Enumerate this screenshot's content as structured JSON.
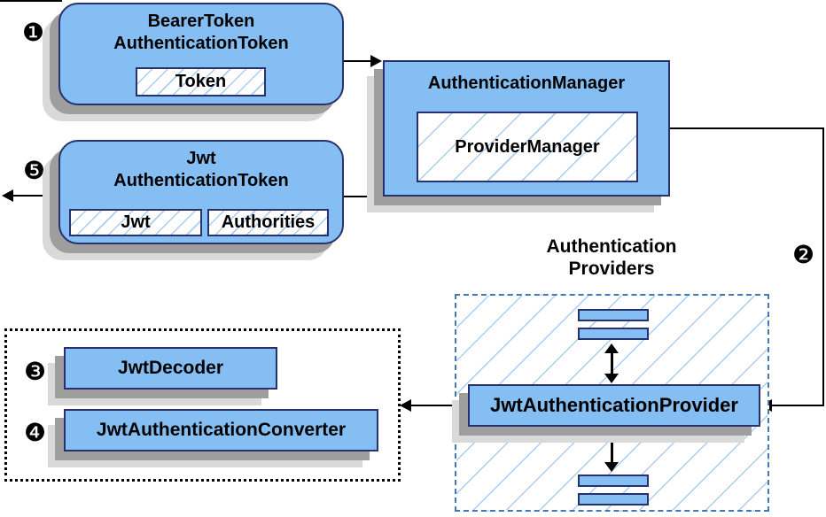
{
  "badges": {
    "step1": "❶",
    "step2": "❷",
    "step3": "❸",
    "step4": "❹",
    "step5": "❺"
  },
  "bearer_box": {
    "title_line1": "BearerToken",
    "title_line2": "AuthenticationToken",
    "token_chip": "Token"
  },
  "manager_box": {
    "title": "AuthenticationManager",
    "inner_chip": "ProviderManager"
  },
  "jwt_box": {
    "title_line1": "Jwt",
    "title_line2": "AuthenticationToken",
    "jwt_chip": "Jwt",
    "authorities_chip": "Authorities"
  },
  "providers_group": {
    "label_line1": "Authentication",
    "label_line2": "Providers",
    "provider_box": "JwtAuthenticationProvider"
  },
  "decoder_group": {
    "decoder_box": "JwtDecoder",
    "converter_box": "JwtAuthenticationConverter"
  },
  "colors": {
    "box_fill": "#85BEF2",
    "box_border": "#26316E",
    "hatch": "#A9CDF2",
    "dash_border": "#4479B4",
    "shadow_dark": "#9E9E9E",
    "shadow_light": "#D9D9D9",
    "line": "#000000",
    "text": "#000000"
  }
}
